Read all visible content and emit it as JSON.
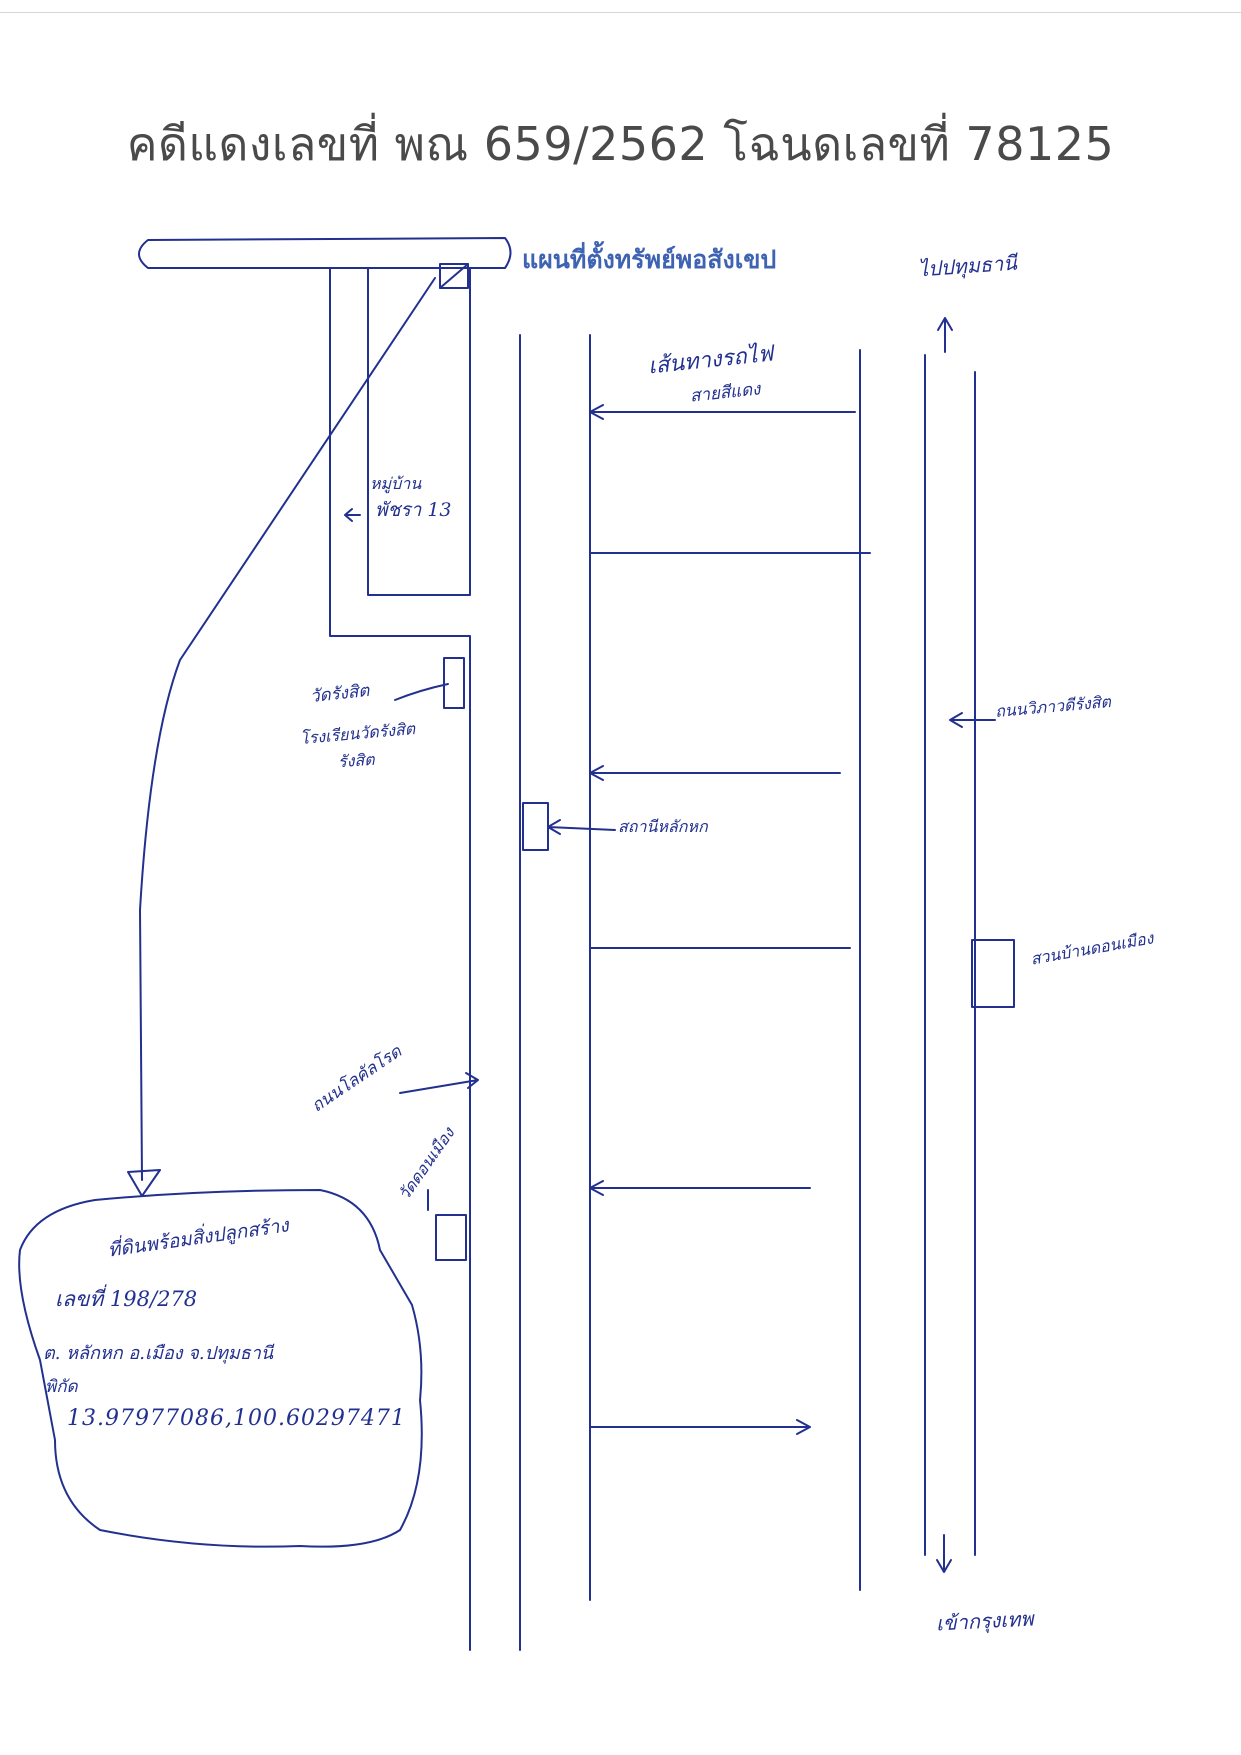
{
  "header": {
    "title": "คดีแดงเลขที่ พณ 659/2562 โฉนดเลขที่ 78125",
    "map_heading": "แผนที่ตั้งทรัพย์พอสังเขป"
  },
  "map_labels": {
    "to_north": "ไปปทุมธานี",
    "to_south": "เข้ากรุงเทพ",
    "railway": "เส้นทางรถไฟ",
    "station": "สายสีแดง",
    "village": "หมู่บ้าน",
    "village_soi": "พัชรา 13",
    "temple": "วัดรังสิต",
    "temple_school": "โรงเรียนวัดรังสิต",
    "temple_school_2": "รังสิต",
    "station_lak_hok": "สถานีหลักหก",
    "road": "ถนนวิภาวดีรังสิต",
    "park": "สวนบ้านดอนเมือง",
    "street": "ถนนโลคัลโรด",
    "soi": "วัดดอนเมือง"
  },
  "property": {
    "heading": "ที่ดินพร้อมสิ่งปลูกสร้าง",
    "number": "เลขที่ 198/278",
    "address": "ต. หลักหก อ.เมือง จ.ปทุมธานี",
    "coords_label": "พิกัด",
    "coords": "13.97977086,100.60297471"
  },
  "colors": {
    "ink": "#22308f",
    "title": "#4a4a4a",
    "heading": "#3f63b3"
  }
}
